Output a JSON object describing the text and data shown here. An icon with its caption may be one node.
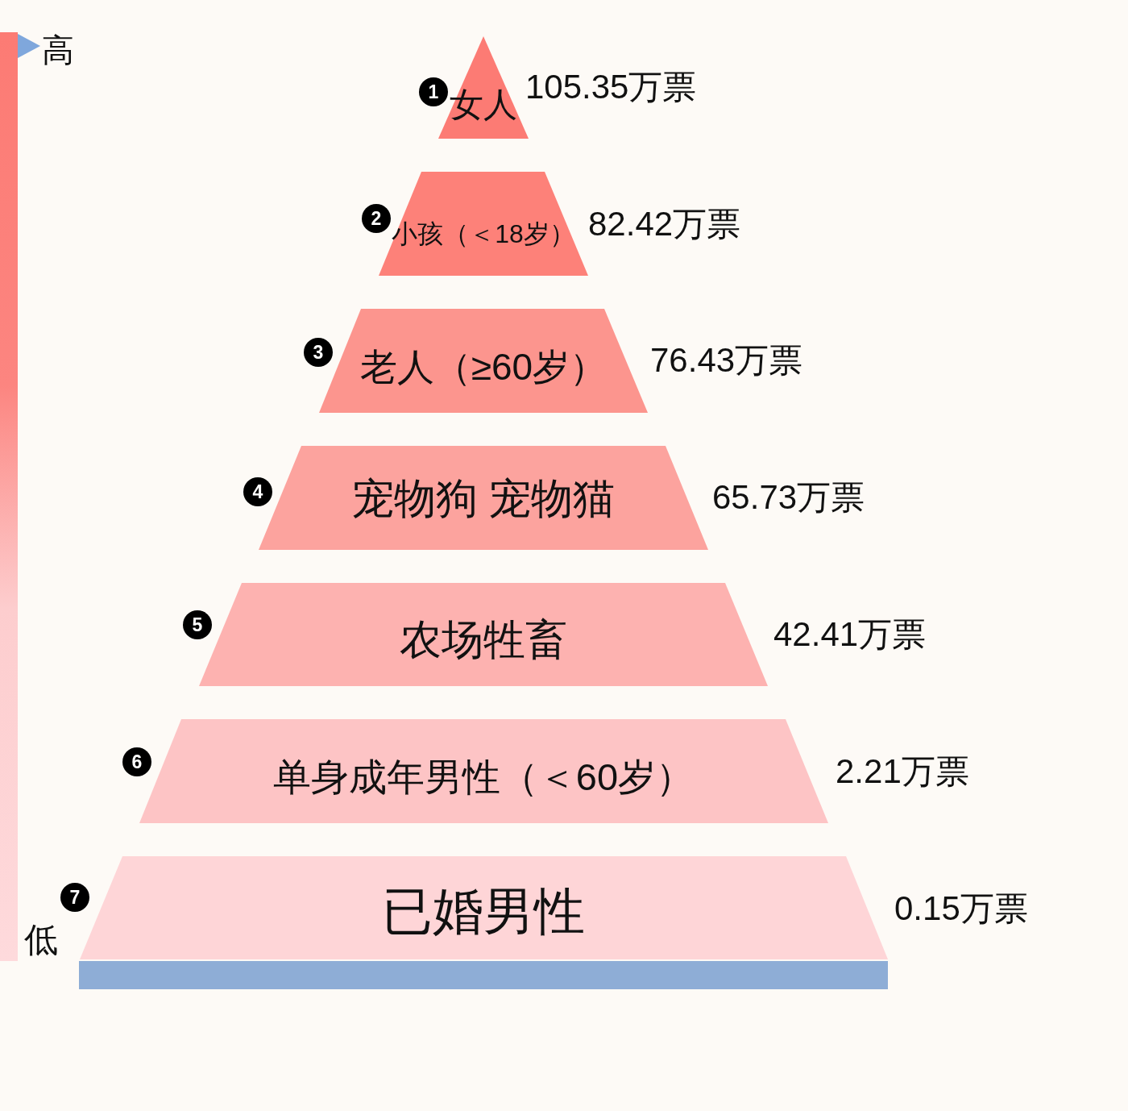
{
  "diagram": {
    "nodes": [
      {
        "text": [
          "女人"
        ],
        "beside": [
          "1",
          "105.35万票"
        ]
      },
      {
        "text": [
          "小孩（＜18岁）"
        ],
        "beside": [
          "2",
          "82.42万票"
        ]
      },
      {
        "text": [
          "老人（≥60岁）"
        ],
        "beside": [
          "3",
          "76.43万票"
        ]
      },
      {
        "text": [
          "宠物狗 宠物猫"
        ],
        "beside": [
          "4",
          "65.73万票"
        ]
      },
      {
        "text": [
          "农场牲畜"
        ],
        "beside": [
          "5",
          "42.41万票"
        ]
      },
      {
        "text": [
          "单身成年男性（＜60岁）"
        ],
        "beside": [
          "6",
          "2.21万票"
        ]
      },
      {
        "text": [
          "已婚男性"
        ],
        "beside": [
          "7",
          "0.15万票"
        ]
      },
      {
        "text": [],
        "shape": "bar"
      }
    ],
    "labels": [
      "高",
      "低"
    ]
  }
}
